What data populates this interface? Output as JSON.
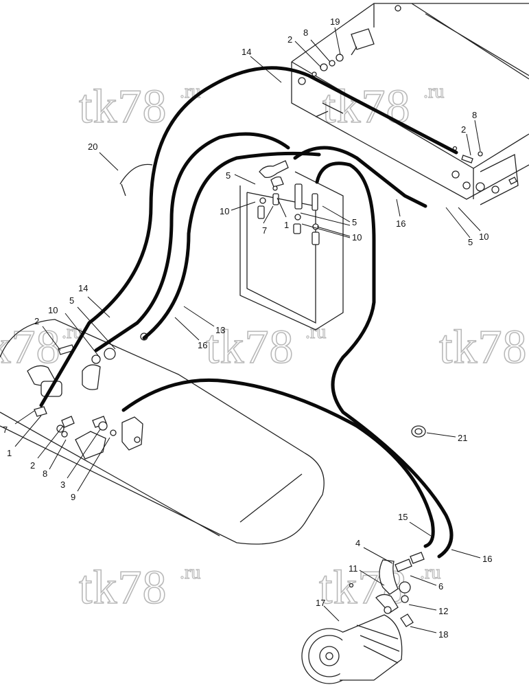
{
  "watermark": {
    "main": "tk78",
    "suffix": ".ru"
  },
  "callouts": [
    {
      "id": "c19a",
      "text": "19"
    },
    {
      "id": "c8a",
      "text": "8"
    },
    {
      "id": "c2a",
      "text": "2"
    },
    {
      "id": "c14a",
      "text": "14"
    },
    {
      "id": "c8b",
      "text": "8"
    },
    {
      "id": "c2b",
      "text": "2"
    },
    {
      "id": "c20",
      "text": "20"
    },
    {
      "id": "c5a",
      "text": "5"
    },
    {
      "id": "c10a",
      "text": "10"
    },
    {
      "id": "c7a",
      "text": "7"
    },
    {
      "id": "c1a",
      "text": "1"
    },
    {
      "id": "c5b",
      "text": "5"
    },
    {
      "id": "c10b",
      "text": "10"
    },
    {
      "id": "c16a",
      "text": "16"
    },
    {
      "id": "c5c",
      "text": "5"
    },
    {
      "id": "c10c",
      "text": "10"
    },
    {
      "id": "c14b",
      "text": "14"
    },
    {
      "id": "c10d",
      "text": "10"
    },
    {
      "id": "c5d",
      "text": "5"
    },
    {
      "id": "c2c",
      "text": "2"
    },
    {
      "id": "c13",
      "text": "13"
    },
    {
      "id": "c16b",
      "text": "16"
    },
    {
      "id": "c7b",
      "text": "7"
    },
    {
      "id": "c1b",
      "text": "1"
    },
    {
      "id": "c2d",
      "text": "2"
    },
    {
      "id": "c8c",
      "text": "8"
    },
    {
      "id": "c3",
      "text": "3"
    },
    {
      "id": "c9",
      "text": "9"
    },
    {
      "id": "c21",
      "text": "21"
    },
    {
      "id": "c15",
      "text": "15"
    },
    {
      "id": "c4",
      "text": "4"
    },
    {
      "id": "c16c",
      "text": "16"
    },
    {
      "id": "c11",
      "text": "11"
    },
    {
      "id": "c6",
      "text": "6"
    },
    {
      "id": "c17",
      "text": "17"
    },
    {
      "id": "c12",
      "text": "12"
    },
    {
      "id": "c18",
      "text": "18"
    }
  ]
}
